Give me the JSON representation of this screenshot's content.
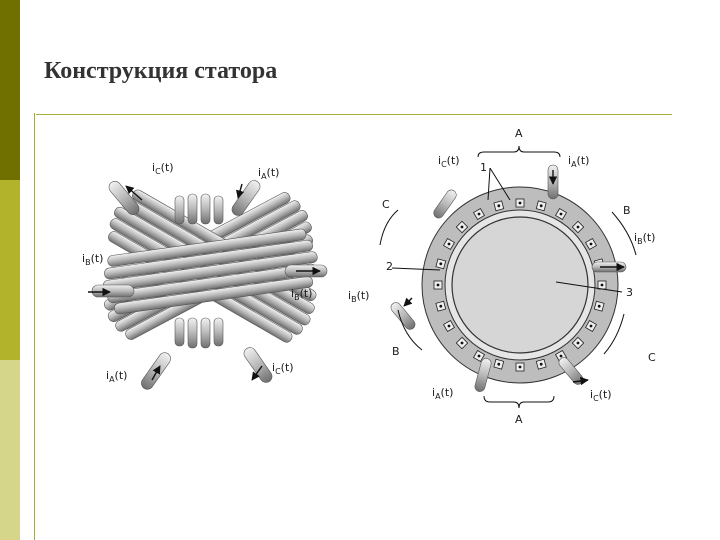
{
  "slide": {
    "title": "Конструкция статора",
    "colors": {
      "bar_dark": "#707000",
      "bar_mid": "#b3b32b",
      "bar_light": "#d6d68a",
      "accent_line": "#a7ad39",
      "housing": "#bdbdbd",
      "rotor": "#d9d9d9",
      "conductor": "#b0b0b0"
    }
  },
  "left_diagram": {
    "labels": {
      "ic_top": "i",
      "ic_top_sub": "C",
      "ic_top_t": "(t)",
      "ia_top": "i",
      "ia_top_sub": "A",
      "ia_top_t": "(t)",
      "ib_left": "i",
      "ib_left_sub": "B",
      "ib_left_t": "(t)",
      "ib_right": "i",
      "ib_right_sub": "B",
      "ib_right_t": "(t)",
      "ia_bottom": "i",
      "ia_bottom_sub": "A",
      "ia_bottom_t": "(t)",
      "ic_bottom": "i",
      "ic_bottom_sub": "C",
      "ic_bottom_t": "(t)"
    }
  },
  "right_diagram": {
    "phase_labels": {
      "a_top": "A",
      "b_right": "B",
      "c_left": "C",
      "b_bottom": "B",
      "c_bottom": "C",
      "a_bottom": "A"
    },
    "callouts": {
      "n1": "1",
      "n2": "2",
      "n3": "3"
    },
    "currents": {
      "ic_top": "i",
      "ic_top_sub": "C",
      "ia_top": "i",
      "ia_top_sub": "A",
      "ib_right": "i",
      "ib_right_sub": "B",
      "ib_left": "i",
      "ib_left_sub": "B",
      "ia_bottom": "i",
      "ia_bottom_sub": "A",
      "ic_bottom": "i",
      "ic_bottom_sub": "C",
      "t_suffix": "(t)"
    }
  }
}
